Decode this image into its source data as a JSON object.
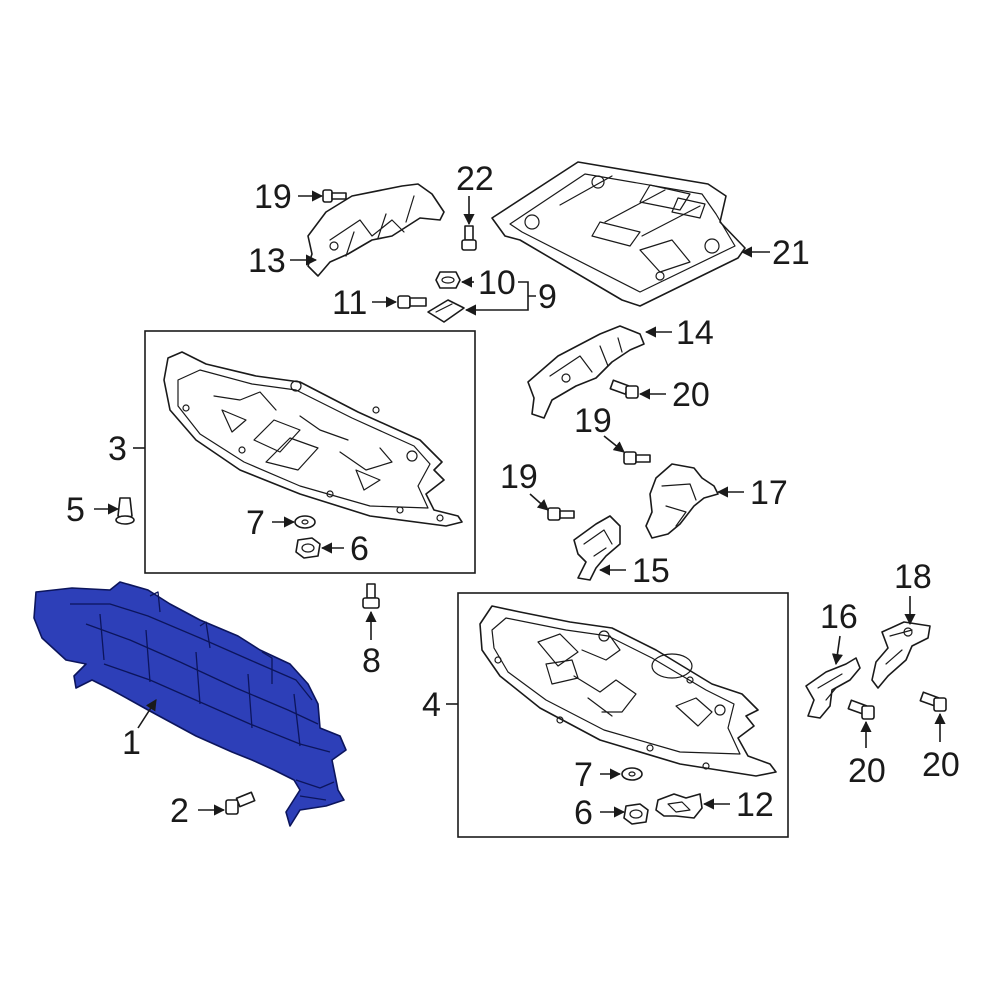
{
  "colors": {
    "highlight": "#2d3fb8",
    "line": "#1a1a1a",
    "background": "#ffffff"
  },
  "callouts": {
    "c1": "1",
    "c2": "2",
    "c3": "3",
    "c4": "4",
    "c5": "5",
    "c6a": "6",
    "c6b": "6",
    "c7a": "7",
    "c7b": "7",
    "c8": "8",
    "c9": "9",
    "c10": "10",
    "c11": "11",
    "c12": "12",
    "c13": "13",
    "c14": "14",
    "c15": "15",
    "c16": "16",
    "c17": "17",
    "c18": "18",
    "c19a": "19",
    "c19b": "19",
    "c19c": "19",
    "c20a": "20",
    "c20b": "20",
    "c20c": "20",
    "c21": "21",
    "c22": "22"
  }
}
